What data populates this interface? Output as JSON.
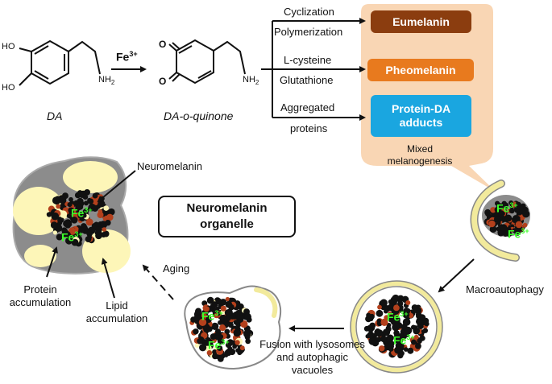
{
  "molecules": {
    "da": {
      "name": "DA",
      "oh_top": "HO",
      "oh_bottom": "HO",
      "amine": "NH2"
    },
    "quinone": {
      "name": "DA-o-quinone",
      "amine": "NH2"
    },
    "reagent": "Fe3+"
  },
  "pathways": [
    {
      "above": "Cyclization",
      "below": "Polymerization",
      "product": "Eumelanin",
      "color": "#8b3d0f"
    },
    {
      "above": "L-cysteine",
      "below": "Glutathione",
      "product": "Pheomelanin",
      "color": "#e87a1e"
    },
    {
      "above": "Aggregated",
      "below": "proteins",
      "product": "Protein-DA adducts",
      "color": "#1aa6e0"
    }
  ],
  "callout": {
    "label": "Mixed melanogenesis",
    "fill": "#f9d6b4"
  },
  "organelle": {
    "title": "Neuromelanin organelle",
    "neuromelanin_label": "Neuromelanin",
    "protein_label": "Protein accumulation",
    "lipid_label": "Lipid accumulation",
    "iron_label": "Fe3+"
  },
  "process": {
    "macroautophagy": "Macroautophagy",
    "fusion": "Fusion with lysosomes and autophagic vacuoles",
    "aging": "Aging"
  },
  "colors": {
    "lipid": "#fdf6b8",
    "membrane": "#f2ea9c",
    "protein": "#8c8c8c",
    "iron_text": "#3cff2a",
    "granule": "#111111",
    "granule_accent": "#b3401c"
  }
}
